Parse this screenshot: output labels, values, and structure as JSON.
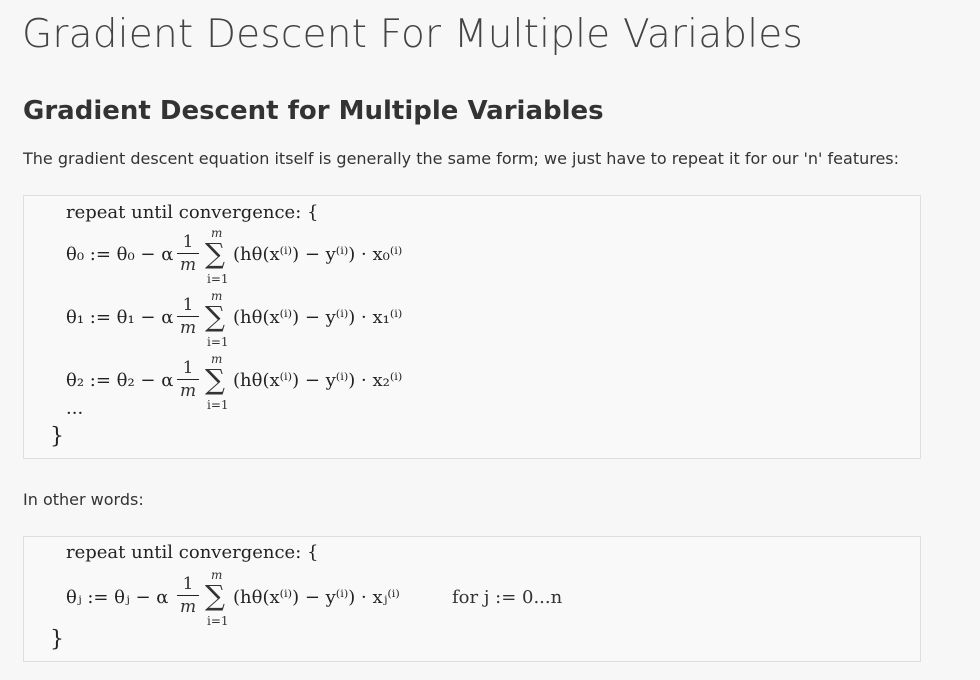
{
  "page": {
    "title": "Gradient Descent For Multiple Variables",
    "section_heading": "Gradient Descent for Multiple Variables",
    "intro": "The gradient descent equation itself is generally the same form; we just have to repeat it for our 'n' features:",
    "other_words": "In other words:"
  },
  "equations_block_1": {
    "header": "repeat until convergence: {",
    "rows": [
      {
        "lhs": "θ₀ := θ₀ − α",
        "rhs": "(hθ(x⁽ⁱ⁾) − y⁽ⁱ⁾) · x₀⁽ⁱ⁾"
      },
      {
        "lhs": "θ₁ := θ₁ − α",
        "rhs": "(hθ(x⁽ⁱ⁾) − y⁽ⁱ⁾) · x₁⁽ⁱ⁾"
      },
      {
        "lhs": "θ₂ := θ₂ − α",
        "rhs": "(hθ(x⁽ⁱ⁾) − y⁽ⁱ⁾) · x₂⁽ⁱ⁾"
      }
    ],
    "ellipsis": "···",
    "closing": "}"
  },
  "equations_block_2": {
    "header": "repeat until convergence: {",
    "row": {
      "lhs": "θⱼ := θⱼ − α",
      "rhs": "(hθ(x⁽ⁱ⁾) − y⁽ⁱ⁾) · xⱼ⁽ⁱ⁾"
    },
    "for_text": "for j := 0...n",
    "closing": "}"
  },
  "fraction": {
    "numerator": "1",
    "denominator": "m"
  },
  "sum": {
    "symbol": "∑",
    "upper": "m",
    "lower": "i=1"
  }
}
